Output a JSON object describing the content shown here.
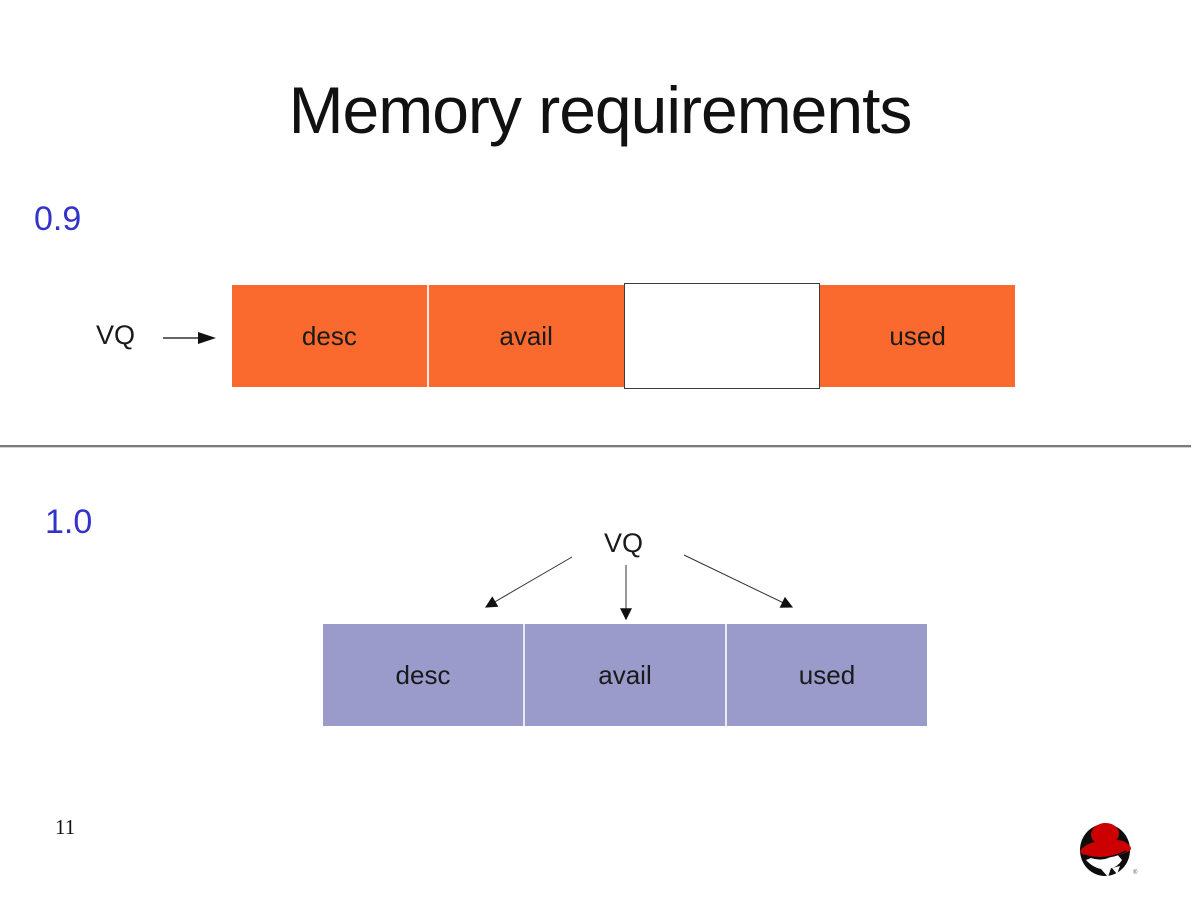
{
  "slide": {
    "title": "Memory requirements",
    "page_number": "11"
  },
  "colors": {
    "v09_bar_fill": "#fa6a2e",
    "v10_bar_fill": "#9a9acb",
    "version_label_blue": "#3333cc",
    "redhat_logo_red": "#cc0000"
  },
  "v09": {
    "version": "0.9",
    "pointer": "VQ",
    "segments": [
      {
        "label": "desc"
      },
      {
        "label": "avail"
      },
      {
        "label": ""
      },
      {
        "label": "used"
      }
    ]
  },
  "v10": {
    "version": "1.0",
    "pointer": "VQ",
    "segments": [
      {
        "label": "desc"
      },
      {
        "label": "avail"
      },
      {
        "label": "used"
      }
    ]
  }
}
